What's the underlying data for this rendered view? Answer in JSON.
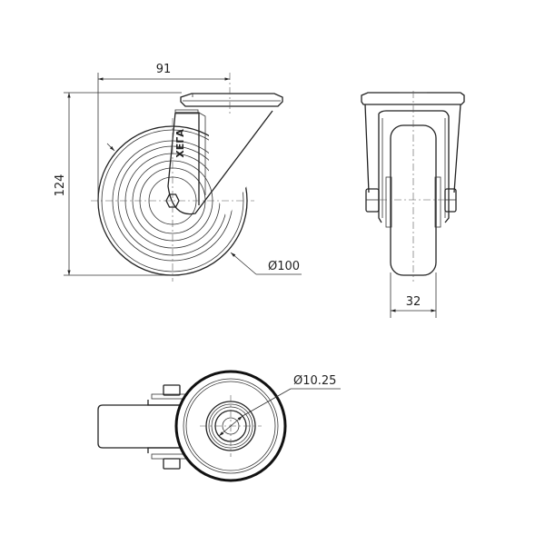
{
  "drawing": {
    "title": "Swivel castor wheel technical drawing",
    "dimensions": {
      "width_mm": "91",
      "height_mm": "124",
      "wheel_diameter": "Ø100",
      "wheel_width_mm": "32",
      "bore_diameter": "Ø10.25"
    },
    "logo_text": "XEΓA"
  }
}
